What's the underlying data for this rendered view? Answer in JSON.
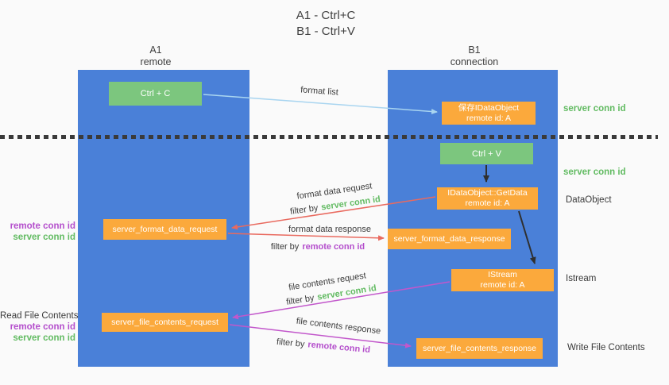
{
  "title": {
    "line1": "A1 - Ctrl+C",
    "line2": "B1 - Ctrl+V"
  },
  "lanes": {
    "a1": {
      "name": "A1",
      "subtitle": "remote"
    },
    "b1": {
      "name": "B1",
      "subtitle": "connection"
    }
  },
  "nodes": {
    "ctrl_c": {
      "label": "Ctrl + C"
    },
    "save_dataobject": {
      "line1": "保存IDataObject",
      "line2": "remote id: A"
    },
    "ctrl_v": {
      "label": "Ctrl + V"
    },
    "getdata": {
      "line1": "IDataObject::GetData",
      "line2": "remote id: A"
    },
    "format_request": {
      "label": "server_format_data_request"
    },
    "format_response": {
      "label": "server_format_data_response"
    },
    "istream": {
      "line1": "IStream",
      "line2": "remote id: A"
    },
    "file_request": {
      "label": "server_file_contents_request"
    },
    "file_response": {
      "label": "server_file_contents_response"
    }
  },
  "arrow_labels": {
    "format_list": "format list",
    "format_data_request": "format data request",
    "format_data_response": "format data response",
    "file_contents_request": "file contents request",
    "file_contents_response": "file contents response",
    "filter_by": "filter by",
    "server_conn_id": "server conn id",
    "remote_conn_id": "remote conn id"
  },
  "side_labels": {
    "server_conn_id_top": "server conn id",
    "server_conn_id_mid": "server conn id",
    "dataobject": "DataObject",
    "istream": "Istream",
    "write_file_contents": "Write File Contents",
    "read_file_contents": "Read File Contents",
    "remote_conn_id_a": "remote conn id",
    "server_conn_id_a": "server conn id",
    "remote_conn_id_b": "remote conn id",
    "server_conn_id_b": "server conn id"
  },
  "colors": {
    "lane_blue": "#4a80d8",
    "box_green": "#7cc67e",
    "box_orange": "#fba93c",
    "arrow_blue": "#a9d5f0",
    "arrow_red": "#e96a5f",
    "arrow_magenta": "#c257cb",
    "arrow_black": "#2f2f2f",
    "text_green": "#62bb62",
    "text_magenta": "#b44ecc"
  }
}
